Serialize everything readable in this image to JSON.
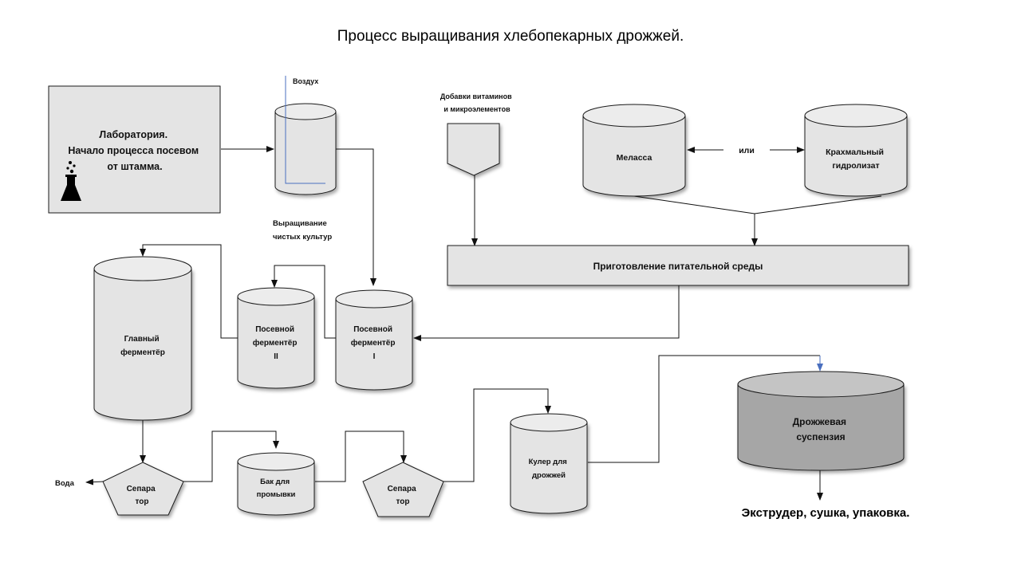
{
  "title": "Процесс выращивания хлебопекарных дрожжей.",
  "colors": {
    "shape_fill": "#e4e4e4",
    "shape_fill_top": "#e9e9e9",
    "dark_fill": "#a6a6a6",
    "dark_fill_top": "#c4c4c4",
    "line": "#111111",
    "air_line": "#4a6fbf"
  },
  "nodes": {
    "laboratory": {
      "lines": [
        "Лаборатория.",
        "Начало процесса посевом",
        "от штамма."
      ],
      "icon": "flask-icon"
    },
    "air": {
      "label": "Воздух"
    },
    "pure_culture": {
      "lines": [
        "Выращивание",
        "чистых культур"
      ]
    },
    "additives": {
      "lines": [
        "Добавки витаминов",
        "и микроэлементов"
      ]
    },
    "molasses": {
      "lines": [
        "Меласса"
      ]
    },
    "or_label": {
      "label": "или"
    },
    "starch": {
      "lines": [
        "Крахмальный",
        "гидролизат"
      ]
    },
    "medium": {
      "label": "Приготовление питательной среды"
    },
    "main_fermenter": {
      "lines": [
        "Главный",
        "ферментёр"
      ]
    },
    "seed_fermenter_2": {
      "lines": [
        "Посевной",
        "ферментёр",
        "II"
      ]
    },
    "seed_fermenter_1": {
      "lines": [
        "Посевной",
        "ферментёр",
        "I"
      ]
    },
    "water": {
      "label": "Вода"
    },
    "separator_1": {
      "lines": [
        "Сепара",
        "тор"
      ]
    },
    "wash_tank": {
      "lines": [
        "Бак для",
        "промывки"
      ]
    },
    "separator_2": {
      "lines": [
        "Сепара",
        "тор"
      ]
    },
    "cooler": {
      "lines": [
        "Кулер для",
        "дрожжей"
      ]
    },
    "suspension": {
      "lines": [
        "Дрожжевая",
        "суспензия"
      ]
    },
    "final": {
      "label": "Экструдер, сушка, упаковка."
    }
  }
}
